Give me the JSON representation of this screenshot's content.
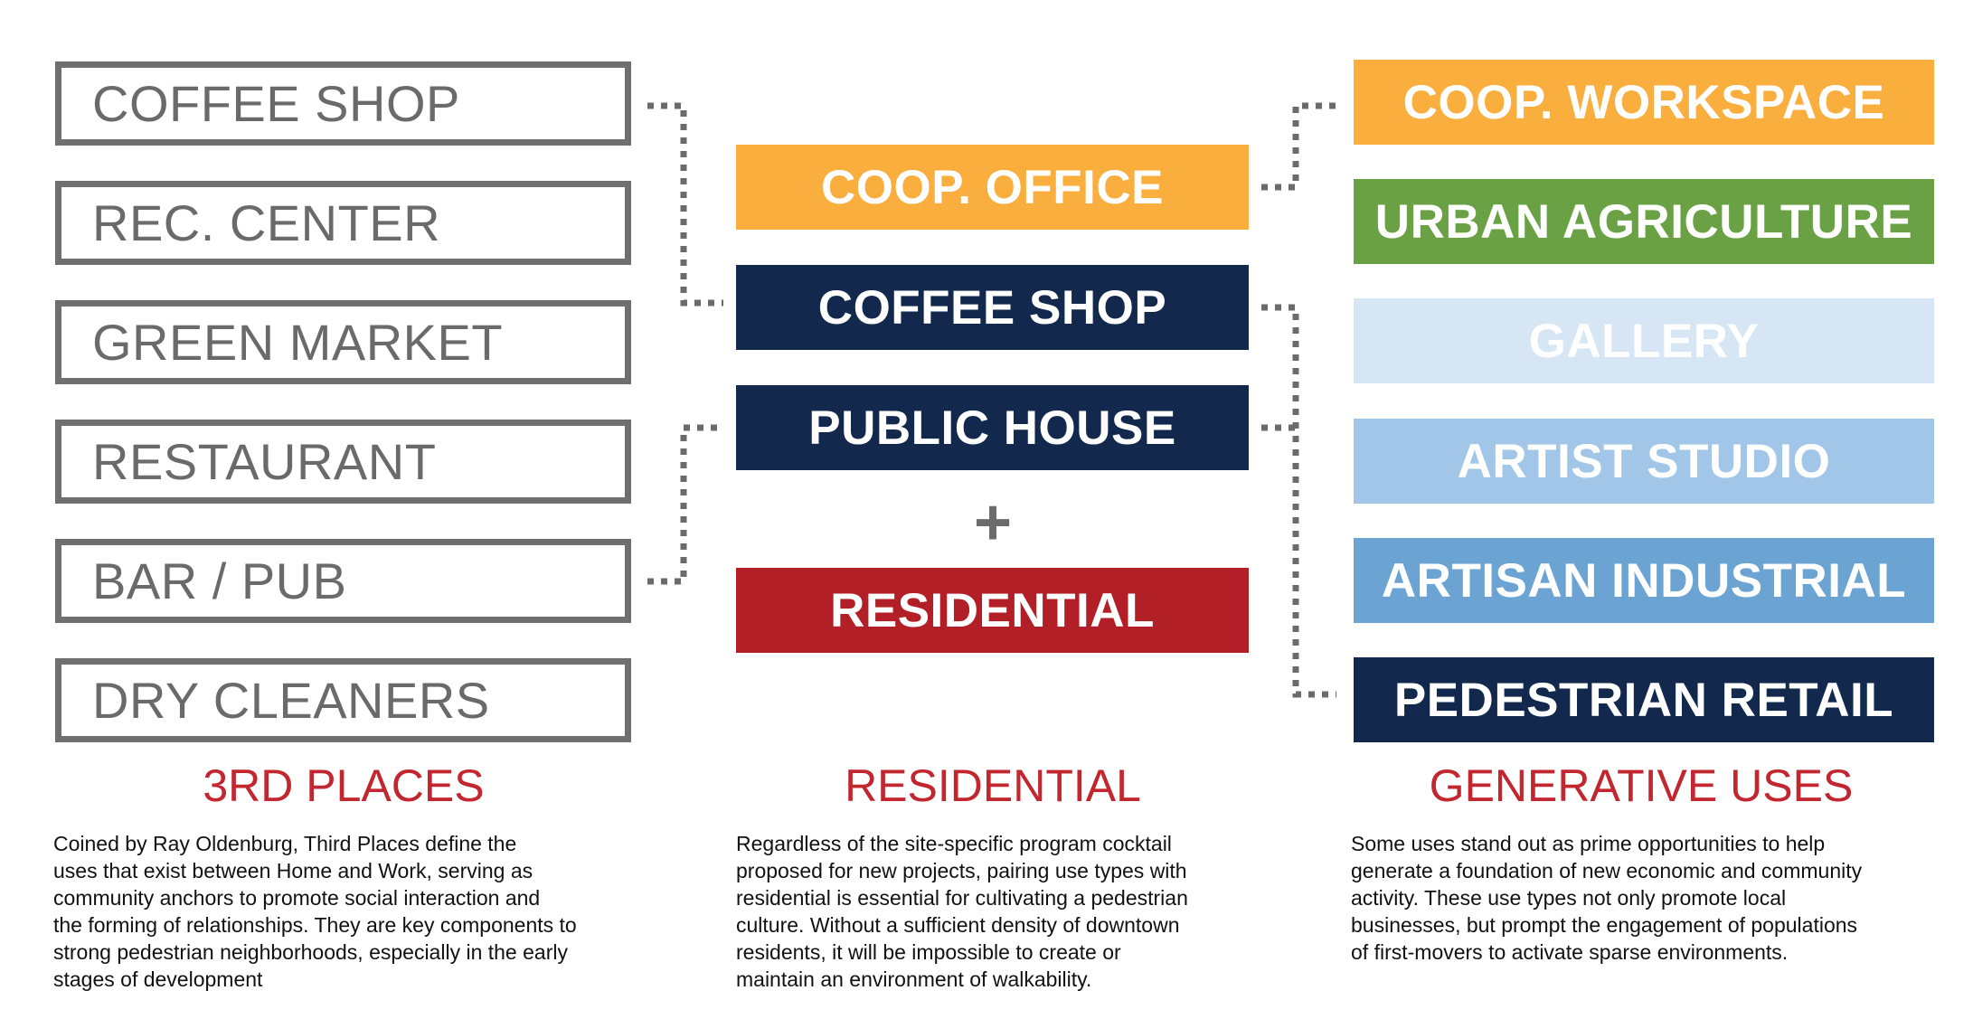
{
  "third_places": {
    "items": [
      "COFFEE SHOP",
      "REC. CENTER",
      "GREEN MARKET",
      "RESTAURANT",
      "BAR / PUB",
      "DRY CLEANERS"
    ],
    "heading": "3RD PLACES",
    "description": "Coined by Ray Oldenburg, Third Places define the\nuses that exist between Home and Work, serving as\ncommunity anchors to promote social interaction and\nthe forming of relationships. They are key components to\nstrong pedestrian neighborhoods, especially in the early\nstages of development"
  },
  "residential": {
    "items": [
      "COOP. OFFICE",
      "COFFEE SHOP",
      "PUBLIC HOUSE",
      "RESIDENTIAL"
    ],
    "plus": "+",
    "heading": "RESIDENTIAL",
    "description": "Regardless of the site-specific program cocktail\nproposed for new projects, pairing use types with\nresidential is essential for cultivating a pedestrian\nculture. Without a sufficient density of downtown\nresidents, it will be impossible to create or\nmaintain an environment of walkability."
  },
  "generative_uses": {
    "items": [
      "COOP. WORKSPACE",
      "URBAN AGRICULTURE",
      "GALLERY",
      "ARTIST STUDIO",
      "ARTISAN INDUSTRIAL",
      "PEDESTRIAN RETAIL"
    ],
    "heading": "GENERATIVE USES",
    "description": "Some uses stand out as prime opportunities to help\ngenerate a foundation of new economic and community\nactivity. These use types not only promote local\nbusinesses, but prompt the engagement of populations\nof first-movers to activate sparse environments."
  },
  "colors": {
    "orange": "#f9ae3e",
    "green": "#6aa144",
    "navy": "#13284d",
    "red": "#b31f27",
    "pale_blue": "#d6e6f5",
    "light_blue": "#a1c6e8",
    "mid_blue": "#6ba3d3",
    "heading_red": "#c2262e",
    "outline_gray": "#6f6f6f"
  }
}
